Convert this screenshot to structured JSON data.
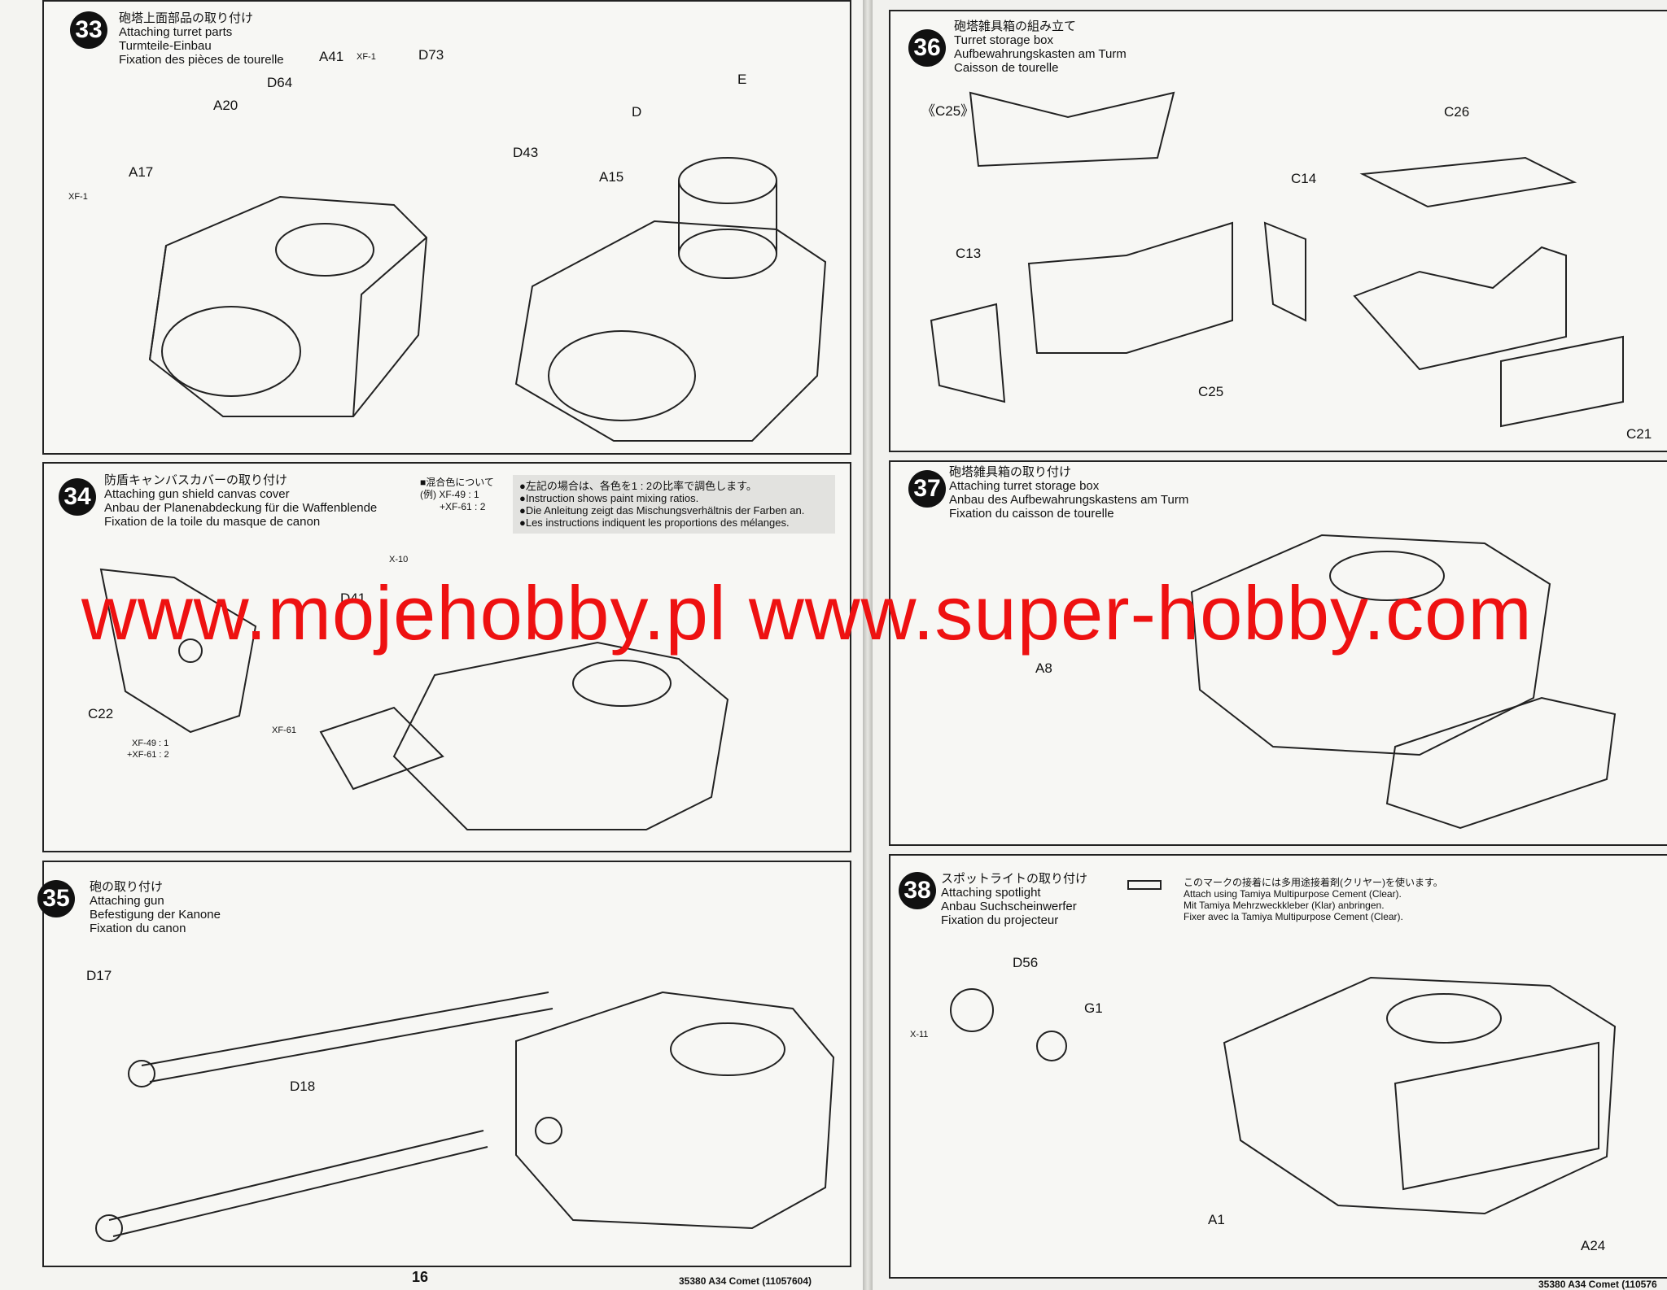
{
  "left_page": {
    "page_number": "16",
    "footer": "35380  A34 Comet (11057604)",
    "steps": [
      {
        "number": "33",
        "titles": [
          "砲塔上面部品の取り付け",
          "Attaching turret parts",
          "Turmteile-Einbau",
          "Fixation des pièces de tourelle"
        ],
        "labels": [
          "A41",
          "XF-1",
          "D73",
          "D64",
          "A20",
          "A17",
          "XF-1",
          "D43",
          "A15",
          "D",
          "E"
        ]
      },
      {
        "number": "34",
        "titles": [
          "防盾キャンバスカバーの取り付け",
          "Attaching gun shield canvas cover",
          "Anbau der Planenabdeckung für die Waffenblende",
          "Fixation de la toile du masque de canon"
        ],
        "mix_title": "■混合色について",
        "mix_lines": [
          "(例)   XF-49 : 1",
          "+XF-61 : 2"
        ],
        "note_lines": [
          "●左記の場合は、各色を1 : 2の比率で調色します。",
          "●Instruction shows paint mixing ratios.",
          "●Die Anleitung zeigt das Mischungsverhältnis der Farben an.",
          "●Les instructions indiquent les proportions des mélanges."
        ],
        "labels": [
          "X-10",
          "D41",
          "C22",
          "XF-61",
          "XF-49 : 1",
          "+XF-61 : 2"
        ]
      },
      {
        "number": "35",
        "titles": [
          "砲の取り付け",
          "Attaching gun",
          "Befestigung der Kanone",
          "Fixation du canon"
        ],
        "labels": [
          "D17",
          "D18"
        ]
      }
    ]
  },
  "right_page": {
    "footer": "35380  A34 Comet (110576",
    "steps": [
      {
        "number": "36",
        "titles": [
          "砲塔雑具箱の組み立て",
          "Turret storage box",
          "Aufbewahrungskasten am Turm",
          "Caisson de tourelle"
        ],
        "labels": [
          "《C25》",
          "C26",
          "C14",
          "C13",
          "C25",
          "C21"
        ]
      },
      {
        "number": "37",
        "titles": [
          "砲塔雑具箱の取り付け",
          "Attaching turret storage box",
          "Anbau des Aufbewahrungskastens am Turm",
          "Fixation du caisson de tourelle"
        ],
        "labels": [
          "A8"
        ]
      },
      {
        "number": "38",
        "titles": [
          "スポットライトの取り付け",
          "Attaching spotlight",
          "Anbau Suchscheinwerfer",
          "Fixation du projecteur"
        ],
        "cement_note": [
          "このマークの接着には多用途接着剤(クリヤー)を使います。",
          "Attach using Tamiya Multipurpose Cement (Clear).",
          "Mit Tamiya Mehrzweckkleber (Klar) anbringen.",
          "Fixer avec la Tamiya Multipurpose Cement (Clear)."
        ],
        "labels": [
          "D56",
          "G1",
          "X-11",
          "A1",
          "A24"
        ]
      }
    ]
  },
  "watermark": "www.mojehobby.pl www.super-hobby.com",
  "colors": {
    "watermark": "#ee1111",
    "badge": "#111111",
    "note_bg": "#e2e2df"
  }
}
